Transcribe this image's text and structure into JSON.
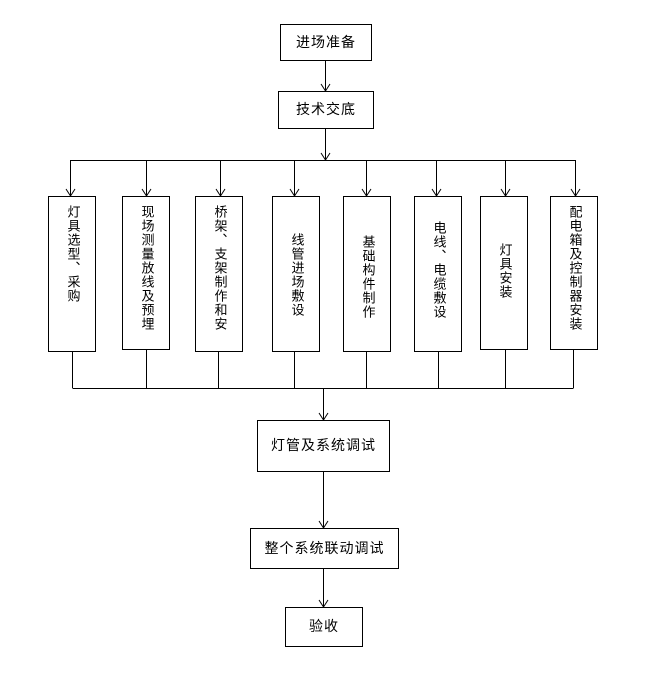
{
  "flowchart": {
    "top_steps": [
      "进场准备",
      "技术交底"
    ],
    "parallel_tasks": [
      "灯具选型、采购",
      "现场测量放线及预埋",
      "桥架、支架制作和安",
      "线管进场敷设",
      "基础构件制作",
      "电线、电缆敷设",
      "灯具安装",
      "配电箱及控制器安装"
    ],
    "bottom_steps": [
      "灯管及系统调试",
      "整个系统联动调试",
      "验收"
    ]
  }
}
